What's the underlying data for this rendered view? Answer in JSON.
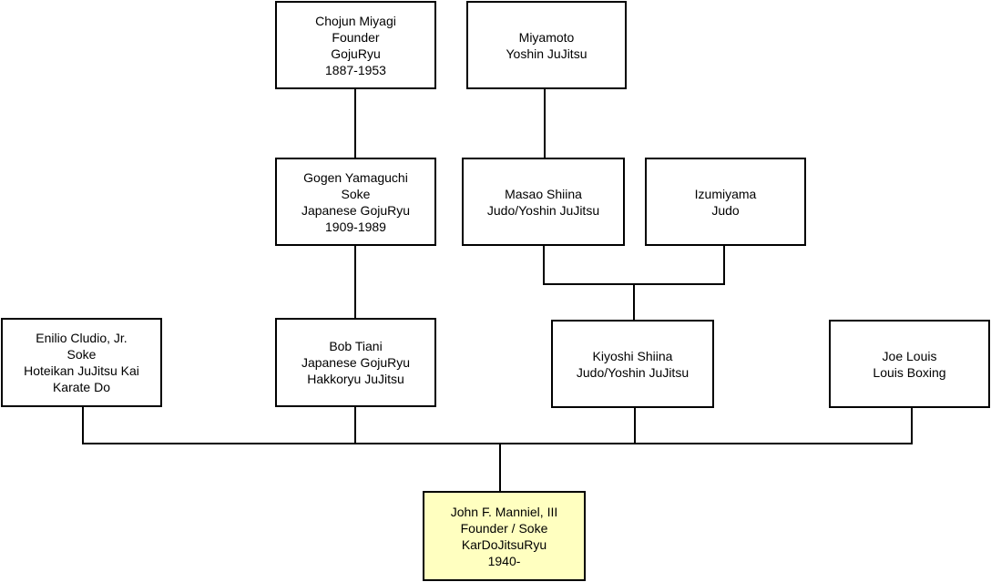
{
  "nodes": {
    "miyagi": {
      "lines": [
        "Chojun Miyagi",
        "Founder",
        "GojuRyu",
        "1887-1953"
      ]
    },
    "miyamoto": {
      "lines": [
        "Miyamoto",
        "Yoshin JuJitsu"
      ]
    },
    "yamaguchi": {
      "lines": [
        "Gogen Yamaguchi",
        "Soke",
        "Japanese GojuRyu",
        "1909-1989"
      ]
    },
    "masao": {
      "lines": [
        "Masao Shiina",
        "Judo/Yoshin JuJitsu"
      ]
    },
    "izumiyama": {
      "lines": [
        "Izumiyama",
        "Judo"
      ]
    },
    "cludio": {
      "lines": [
        "Enilio Cludio, Jr.",
        "Soke",
        "Hoteikan JuJitsu Kai",
        "Karate Do"
      ]
    },
    "tiani": {
      "lines": [
        "Bob Tiani",
        "Japanese GojuRyu",
        "Hakkoryu JuJitsu"
      ]
    },
    "kiyoshi": {
      "lines": [
        "Kiyoshi Shiina",
        "Judo/Yoshin JuJitsu"
      ]
    },
    "louis": {
      "lines": [
        "Joe Louis",
        "Louis Boxing"
      ]
    },
    "manniel": {
      "lines": [
        "John F. Manniel, III",
        "Founder / Soke",
        "KarDoJitsuRyu",
        "1940-"
      ]
    }
  },
  "colors": {
    "highlight_fill": "#ffffc0",
    "line": "#000000",
    "box_fill": "#ffffff"
  }
}
